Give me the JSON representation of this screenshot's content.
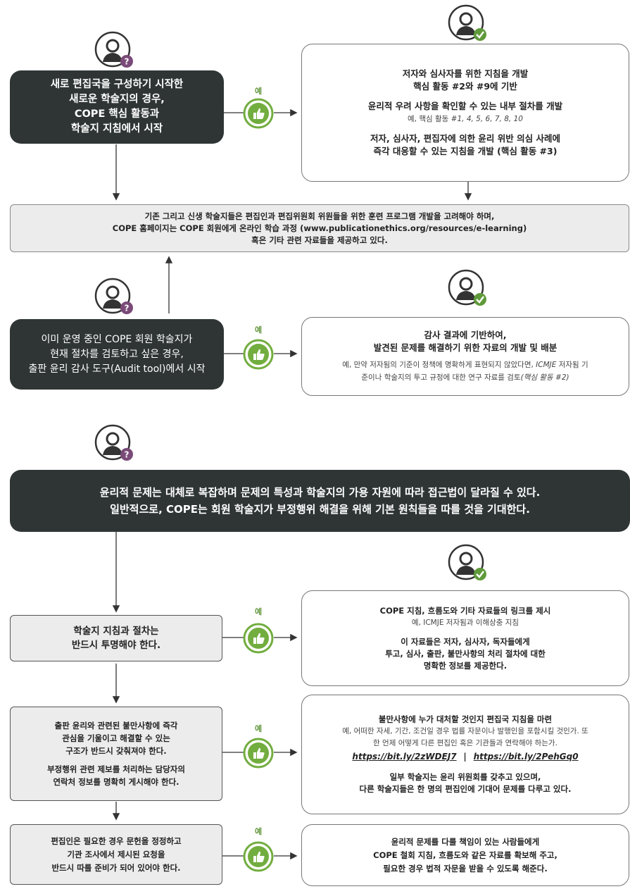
{
  "colors": {
    "dark_box": "#2f3535",
    "green": "#72ad3f",
    "grey_box": "#ececec"
  },
  "icons": {
    "person_question": "person-question-icon",
    "person_check": "person-check-icon",
    "thumbs_up": "thumbs-up-icon"
  },
  "yes_label": "예",
  "box1": {
    "lines": [
      "새로 편집국을 구성하기 시작한",
      "새로운 학술지의 경우,",
      "COPE 핵심 활동과",
      "학술지 지침에서 시작"
    ]
  },
  "box1_result": {
    "p1": [
      "저자와 심사자를 위한 지침을 개발",
      "핵심 활동 #2와 #9에 기반"
    ],
    "p2_title": "윤리적 우려 사항을 확인할 수 있는 내부 절차를 개발",
    "p2_note_prefix": "예, 핵심 활동 ",
    "p2_note_items": "#1, 4, 5, 6, 7, 8, 10",
    "p3": [
      "저자, 심사자, 편집자에 의한 윤리 위반 의심 사례에",
      "즉각 대응할 수 있는 지침을 개발 (핵심 활동 #3)"
    ]
  },
  "training": {
    "lines": [
      "기존 그리고 신생 학술지들은 편집인과 편집위원회 위원들을 위한 훈련 프로그램 개발을 고려해야 하며,",
      "COPE 홈페이지는 COPE 회원에게 온라인 학습 과정 (www.publicationethics.org/resources/e-learning)",
      "혹은 기타 관련 자료들을 제공하고 있다."
    ]
  },
  "box2": {
    "lines": [
      "이미 운영 중인 COPE 회원 학술지가",
      "현재 절차를 검토하고 싶은 경우,",
      "출판 윤리 감사 도구(Audit tool)에서 시작"
    ]
  },
  "box2_result": {
    "title": [
      "감사 결과에 기반하여,",
      "발견된 문제를 해결하기 위한 자료의 개발 및 배분"
    ],
    "note1_prefix": "예, 만약 저자됨의 기준이 정책에 명확하게 표현되지 않았다면, ",
    "note1_italic": "ICMJE",
    "note1_suffix": " 저자됨 기",
    "note2": "준이나 학술지의 투고 규정에 대한 연구 자료를 검토",
    "note2_italic": "(핵심 활동 #2)"
  },
  "banner": {
    "lines": [
      "윤리적 문제는 대체로 복잡하며 문제의 특성과 학술지의 가용 자원에 따라 접근법이 달라질 수 있다.",
      "일반적으로, COPE는 회원 학술지가 부정행위 해결을 위해 기본 원칙들을 따를 것을 기대한다."
    ]
  },
  "step1": {
    "lines": [
      "학술지 지침과 절차는",
      "반드시 투명해야 한다."
    ],
    "result": {
      "title": "COPE 지침, 흐름도와 기타 자료들의 링크를 제시",
      "note": "예, ICMJE 저자됨과 이해상충 지침",
      "body": [
        "이 자료들은 저자, 심사자, 독자들에게",
        "투고, 심사, 출판, 불만사항의 처리 절차에 대한",
        "명확한 정보를 제공한다."
      ]
    }
  },
  "step2": {
    "p1": [
      "출판 윤리와 관련된 불만사항에 즉각",
      "관심을 기울이고 해결할 수 있는",
      "구조가 반드시 갖춰져야 한다."
    ],
    "p2": [
      "부정행위 관련 제보를 처리하는 담당자의",
      "연락처 정보를 명확히 게시해야 한다."
    ],
    "result": {
      "title": "불만사항에 누가 대처할 것인지 편집국 지침을 마련",
      "note": [
        "예, 어떠한 자세, 기간, 조건일 경우 법률 자문이나 발행인을 포함시킬 것인가. 또",
        "한 언제 어떻게 다른 편집인 혹은 기관들과 연락해야 하는가."
      ],
      "link1": "https://bit.ly/2zWDEJ7",
      "sep": "|",
      "link2": "https://bit.ly/2PehGq0",
      "body": [
        "일부 학술지는 윤리 위원회를 갖추고 있으며,",
        "다른 학술지들은 한 명의 편집인에 기대어 문제를 다루고 있다."
      ]
    }
  },
  "step3": {
    "lines": [
      "편집인은 필요한 경우 문헌을 정정하고",
      "기관 조사에서 제시된 요청을",
      "반드시 따를 준비가 되어 있어야 한다."
    ],
    "result": {
      "lines": [
        "윤리적 문제를 다룰 책임이 있는 사람들에게",
        "COPE 철회 지침, 흐름도와 같은 자료를 확보해 주고,",
        "필요한 경우 법적 자문을 받을 수 있도록 해준다."
      ]
    }
  }
}
